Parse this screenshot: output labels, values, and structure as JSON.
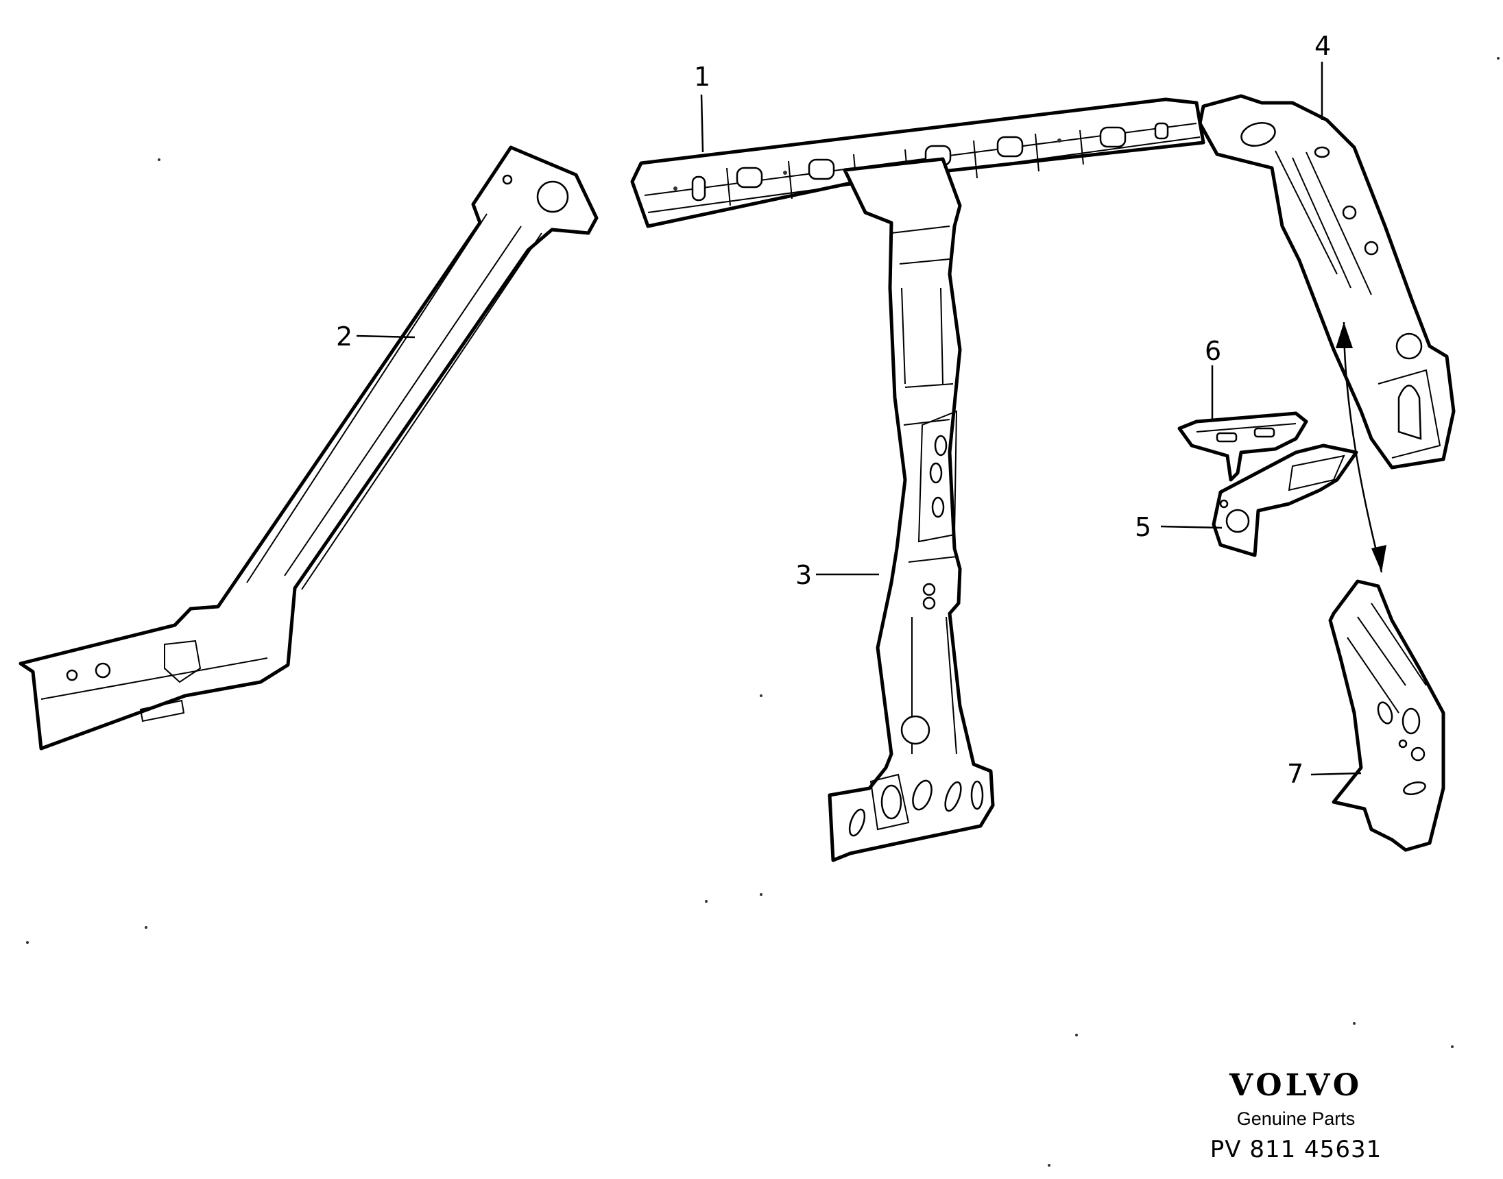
{
  "callouts": [
    {
      "id": "part-1",
      "label": "1"
    },
    {
      "id": "part-2",
      "label": "2"
    },
    {
      "id": "part-3",
      "label": "3"
    },
    {
      "id": "part-4",
      "label": "4"
    },
    {
      "id": "part-5",
      "label": "5"
    },
    {
      "id": "part-6",
      "label": "6"
    },
    {
      "id": "part-7",
      "label": "7"
    }
  ],
  "brand": {
    "logo": "VOLVO",
    "subtitle": "Genuine Parts",
    "code": "PV 811 45631"
  }
}
